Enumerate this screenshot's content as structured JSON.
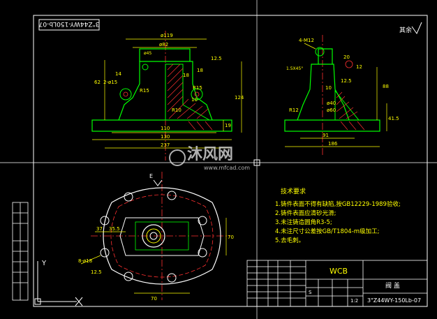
{
  "window": {
    "background": "#000000"
  },
  "colors": {
    "frame": "#ffffff",
    "part": "#00ff00",
    "dim": "#ffff00",
    "center": "#ff3030",
    "hatch": "#ff3030",
    "cursor": "#ffffff"
  },
  "drawing_no_stamp": "3\"Z44WY-150Lb-07",
  "roughness_note": "其余",
  "front_view": {
    "dims": [
      "ø119",
      "ø82",
      "ø45",
      "14",
      "2-ø15",
      "62",
      "R15",
      "R15",
      "10",
      "18",
      "R10",
      "12.5",
      "124",
      "110",
      "130",
      "237",
      "19",
      "18"
    ]
  },
  "side_view": {
    "dims": [
      "4-M12",
      "1.5X45°",
      "20",
      "12",
      "10",
      "ø40",
      "ø60",
      "R12",
      "88",
      "41.5",
      "91",
      "186",
      "12.5"
    ]
  },
  "top_view": {
    "label_e": "E",
    "dims": [
      "8-ø18",
      "37",
      "35.5",
      "70",
      "70",
      "12.5"
    ]
  },
  "tech": {
    "title": "技术要求",
    "lines": [
      "1.铸件表面不得有缺陷,按GB12229-1989验收;",
      "2.铸件表面应清砂光滑;",
      "3.未注铸造圆角R3-5;",
      "4.未注尺寸公差按GB/T1804-m级加工;",
      "5.去毛刺。"
    ]
  },
  "title_block": {
    "material": "WCB",
    "part_name": "阀 盖",
    "drawing_no": "3\"Z44WY-150Lb-07",
    "scale": "1:2",
    "s_mark": "S",
    "axis_y": "Y"
  },
  "cad_watermark": {
    "brand": "沐风网",
    "url": "www.mfcad.com"
  }
}
